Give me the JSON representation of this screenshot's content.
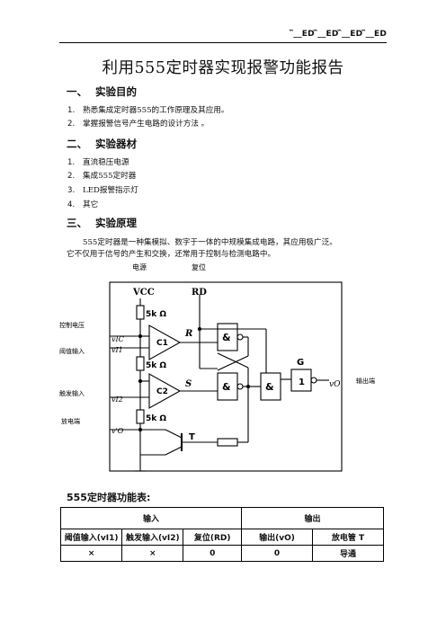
{
  "header": {
    "text": "᷈__ED ᷈__ED ᷈__ED ᷈__ED"
  },
  "title": "利用555定时器实现报警功能报告",
  "sections": [
    {
      "num": "一、",
      "label": "实验目的"
    },
    {
      "num": "二、",
      "label": "实验器材"
    },
    {
      "num": "三、",
      "label": "实验原理"
    }
  ],
  "objectives": [
    {
      "num": "1.",
      "text": "熟悉集成定时器555的工作原理及其应用。"
    },
    {
      "num": "2.",
      "text": "掌握报警信号产生电路的设计方法 。"
    }
  ],
  "equipment": [
    {
      "num": "1.",
      "text": "直流稳压电源"
    },
    {
      "num": "2.",
      "text": "集成555定时器"
    },
    {
      "num": "3.",
      "text": "LED报警指示灯"
    },
    {
      "num": "4.",
      "text": "其它"
    }
  ],
  "principle": {
    "line1": "555定时器是一种集模拟、数字于一体的中规模集成电路，其应用极广泛。",
    "line2": "它不仅用于信号的产生和交换，还常用于控制与检测电路中。"
  },
  "figure": {
    "top_power": "电源",
    "top_reset": "复位",
    "vcc": "VCC",
    "rd": "RD",
    "r1": "5k Ω",
    "r2": "5k Ω",
    "r3": "5k Ω",
    "c1": "C1",
    "c2": "C2",
    "and1": "&",
    "and2": "&",
    "and3": "&",
    "buf": "1",
    "g": "G",
    "r_out": "R",
    "s_out": "S",
    "t": "T",
    "vo": "vO",
    "vic": "vIC",
    "vi1": "vI1",
    "vi2": "vI2",
    "vo_prime": "v'O",
    "ctrl_label": "控制电压",
    "thr_label": "阈值输入",
    "trig_label": "触发输入",
    "dis_label": "放电端",
    "out_label": "输出端"
  },
  "table": {
    "caption": "555定时器功能表:",
    "group_input": "输入",
    "group_output": "输出",
    "headers": [
      "阈值输入(vI1)",
      "触发输入(vI2)",
      "复位(RD)",
      "输出(vO)",
      "放电管 T"
    ],
    "rows": [
      [
        "×",
        "×",
        "0",
        "0",
        "导通"
      ]
    ]
  }
}
